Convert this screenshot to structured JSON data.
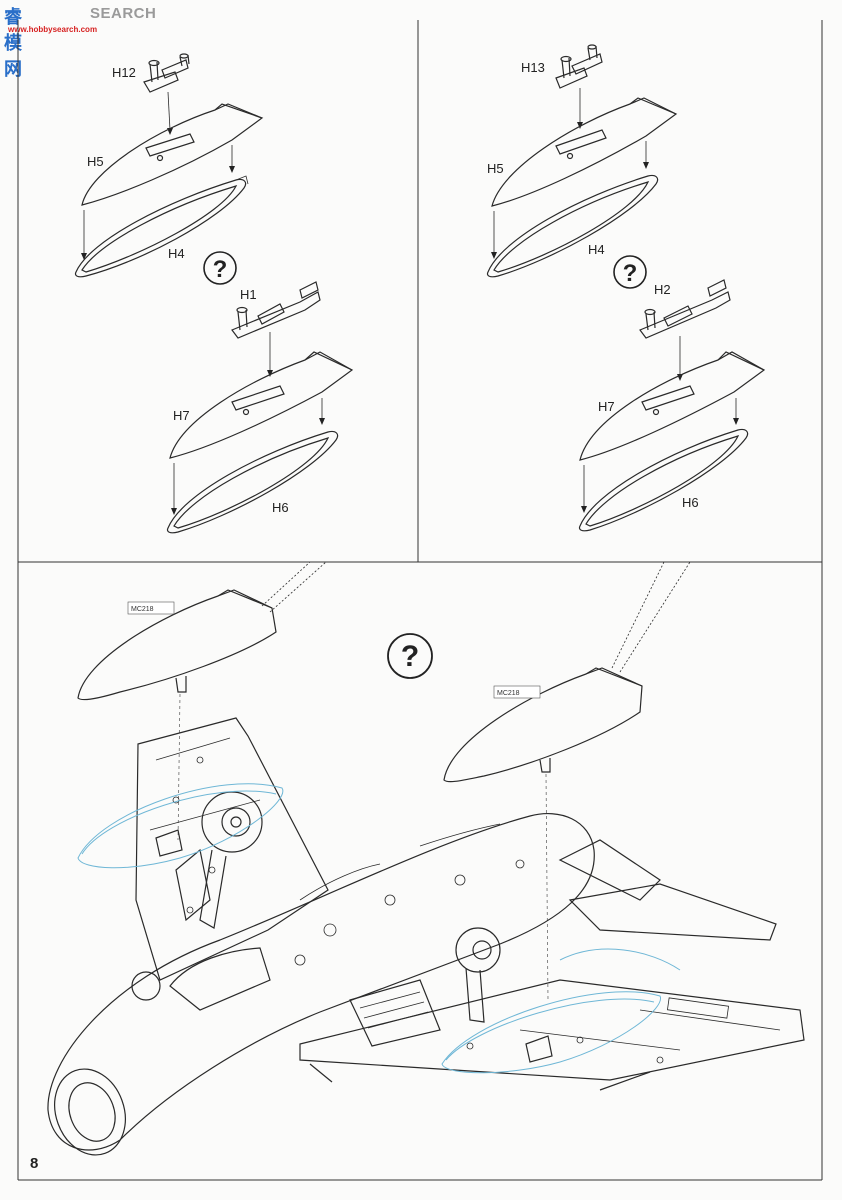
{
  "watermark": {
    "logo": "睿模网",
    "text": "SEARCH",
    "url": "www.hobbysearch.com"
  },
  "page_number": "8",
  "panels": {
    "top_left": {
      "labels": [
        "H12",
        "H5",
        "H4",
        "H1",
        "H7",
        "H6"
      ],
      "option_mark": "?"
    },
    "top_right": {
      "labels": [
        "H13",
        "H5",
        "H4",
        "H2",
        "H7",
        "H6"
      ],
      "option_mark": "?"
    },
    "bottom": {
      "option_mark": "?",
      "ref_codes": [
        "MC218",
        "MC218"
      ]
    }
  }
}
